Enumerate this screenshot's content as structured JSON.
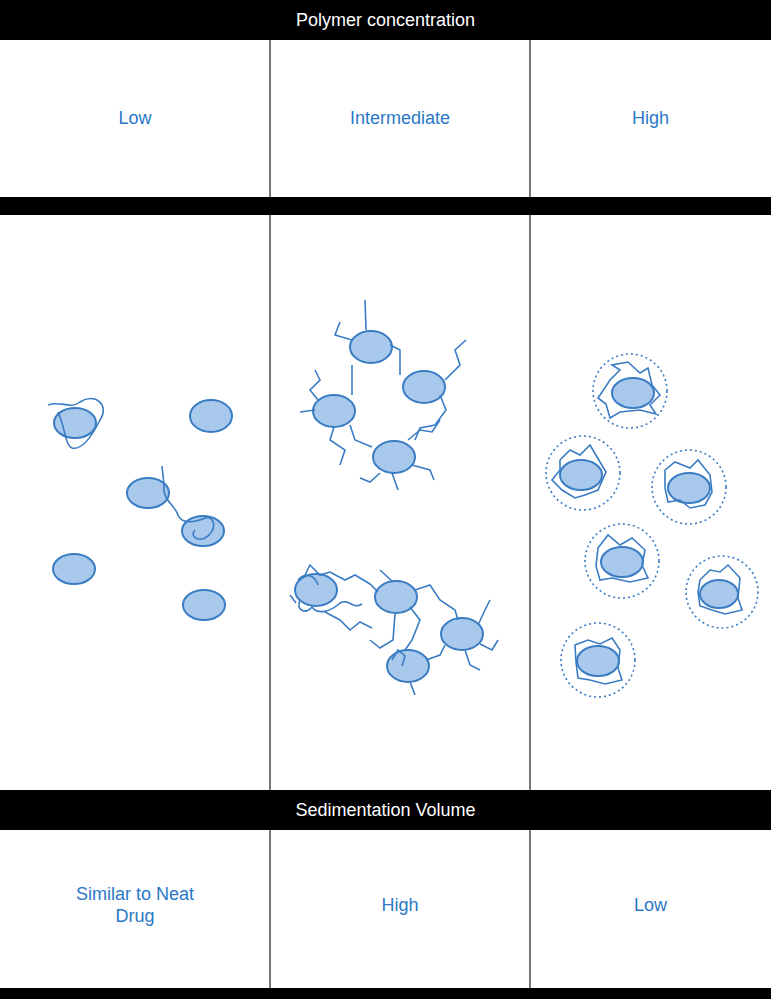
{
  "diagram": {
    "labels": [
      "Polymer concentration",
      "Low",
      "Intermediate",
      "High",
      "Sedimentation Volume",
      "Similar to Neat Drug",
      "High",
      "Low"
    ]
  }
}
